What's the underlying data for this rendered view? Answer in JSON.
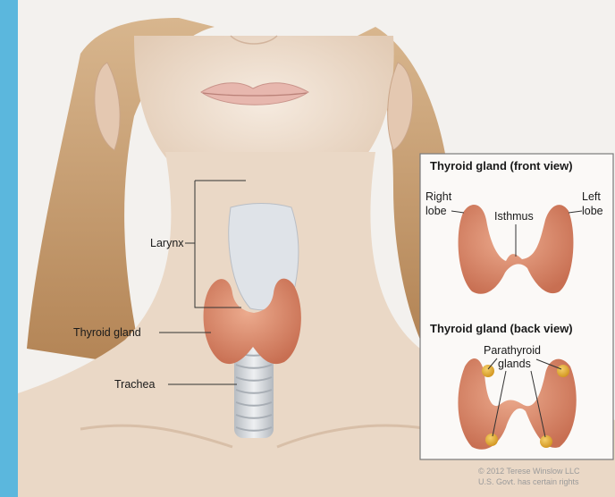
{
  "colors": {
    "edge_strip": "#5bb7dd",
    "background": "#f2efe9",
    "skin": "#ecdccd",
    "hair": "#c29a6e",
    "thyroid": "#d9876a",
    "trachea": "#cfd2d6",
    "parathyroid": "#e0a62c",
    "inset_border": "#7a7a7a"
  },
  "neck_labels": {
    "larynx": "Larynx",
    "thyroid_gland": "Thyroid gland",
    "trachea": "Trachea"
  },
  "front_view": {
    "title": "Thyroid gland (front view)",
    "right_lobe": [
      "Right",
      "lobe"
    ],
    "isthmus": "Isthmus",
    "left_lobe": [
      "Left",
      "lobe"
    ]
  },
  "back_view": {
    "title": "Thyroid gland (back view)",
    "parathyroid": [
      "Parathyroid",
      "glands"
    ]
  },
  "credit": {
    "line1": "© 2012 Terese Winslow LLC",
    "line2": "U.S. Govt. has certain rights"
  }
}
